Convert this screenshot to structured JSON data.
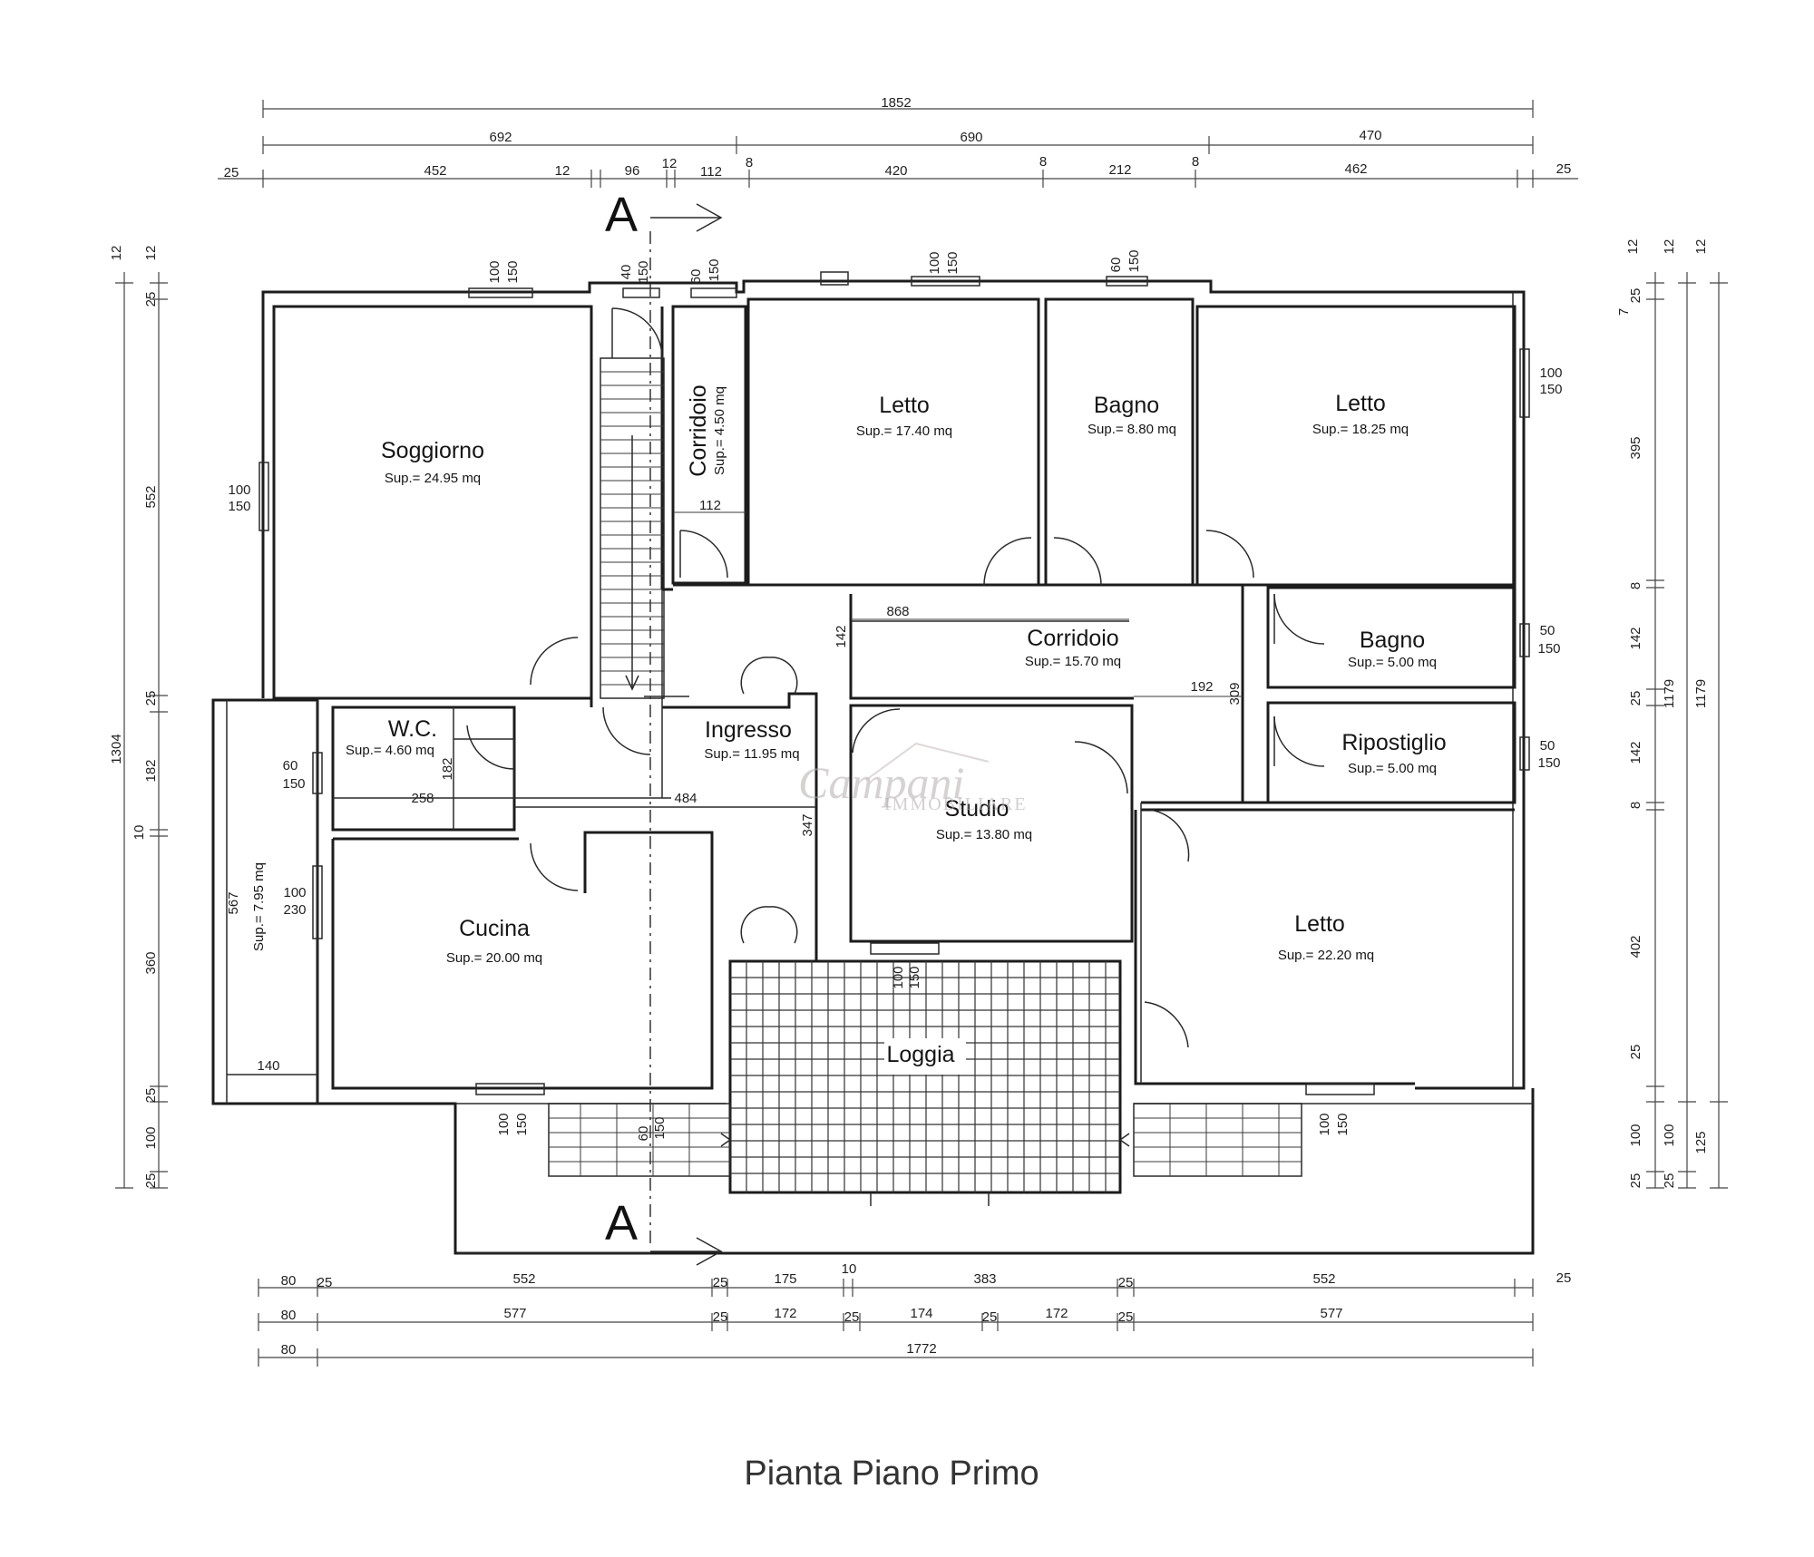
{
  "title": "Pianta Piano Primo",
  "section_marker": "A",
  "watermark": {
    "brand": "Campani",
    "sub": "IMMOBILIARE"
  },
  "rooms": {
    "soggiorno": {
      "name": "Soggiorno",
      "area": "Sup.= 24.95 mq"
    },
    "corridoio_v": {
      "name": "Corridoio",
      "area": "Sup.= 4.50 mq"
    },
    "letto_1": {
      "name": "Letto",
      "area": "Sup.= 17.40 mq"
    },
    "bagno_1": {
      "name": "Bagno",
      "area": "Sup.= 8.80 mq"
    },
    "letto_2": {
      "name": "Letto",
      "area": "Sup.= 18.25 mq"
    },
    "corridoio_h": {
      "name": "Corridoio",
      "area": "Sup.= 15.70 mq"
    },
    "bagno_2": {
      "name": "Bagno",
      "area": "Sup.= 5.00 mq"
    },
    "ripostiglio": {
      "name": "Ripostiglio",
      "area": "Sup.= 5.00 mq"
    },
    "wc": {
      "name": "W.C.",
      "area": "Sup.= 4.60 mq"
    },
    "ingresso": {
      "name": "Ingresso",
      "area": "Sup.= 11.95 mq"
    },
    "studio": {
      "name": "Studio",
      "area": "Sup.= 13.80 mq"
    },
    "cucina": {
      "name": "Cucina",
      "area": "Sup.= 20.00 mq"
    },
    "letto_3": {
      "name": "Letto",
      "area": "Sup.= 22.20 mq"
    },
    "loggia": {
      "name": "Loggia",
      "area": ""
    },
    "balcone": {
      "name": "",
      "area": "Sup.= 7.95 mq"
    }
  },
  "dims_top": {
    "r1": [
      "1852"
    ],
    "r2": [
      "692",
      "690",
      "470"
    ],
    "r3": [
      "25",
      "452",
      "12",
      "96",
      "12",
      "112",
      "8",
      "420",
      "8",
      "212",
      "8",
      "462",
      "25"
    ]
  },
  "dims_bottom": {
    "r1": [
      "80",
      "25",
      "552",
      "25",
      "175",
      "10",
      "383",
      "25",
      "552",
      "25"
    ],
    "r2": [
      "80",
      "577",
      "25",
      "172",
      "25",
      "174",
      "25",
      "172",
      "25",
      "577"
    ],
    "r3": [
      "80",
      "1772"
    ]
  },
  "dims_left": {
    "outer": [
      "12",
      "1304"
    ],
    "inner": [
      "12",
      "25",
      "552",
      "25",
      "182",
      "10",
      "360",
      "25",
      "100",
      "25"
    ]
  },
  "dims_right": {
    "inner": [
      "12",
      "7",
      "25",
      "395",
      "8",
      "142",
      "25",
      "142",
      "8",
      "402",
      "25",
      "100",
      "25"
    ],
    "mid": [
      "12",
      "1179",
      "100",
      "25"
    ],
    "outer": [
      "12",
      "1179",
      "125"
    ]
  },
  "windows": {
    "w_sogg_top": [
      "100",
      "150"
    ],
    "w_stair_top": [
      "40",
      "150"
    ],
    "w_corr_top": [
      "60",
      "150"
    ],
    "w_letto1_top": [
      "100",
      "150"
    ],
    "w_bagno1_top": [
      "60",
      "150"
    ],
    "w_letto2_side": [
      "100",
      "150"
    ],
    "w_sogg_side": [
      "100",
      "150"
    ],
    "w_wc_side": [
      "60",
      "150"
    ],
    "w_cucina_side": [
      "100",
      "230"
    ],
    "w_bagno2_side": [
      "50",
      "150"
    ],
    "w_rip_side": [
      "50",
      "150"
    ],
    "w_studio_bottom": [
      "100",
      "150"
    ],
    "w_cucina_bottom": [
      "100",
      "150"
    ],
    "w_stair_bottom": [
      "60",
      "150"
    ],
    "w_letto3_bottom": [
      "100",
      "150"
    ]
  },
  "internal_dims": {
    "corr_112": "112",
    "corr_868": "868",
    "corr_142": "142",
    "corr_192": "192",
    "corr_309": "309",
    "wc_182": "182",
    "wc_258": "258",
    "ing_484": "484",
    "ing_347": "347",
    "balc_567": "567",
    "balc_140": "140"
  }
}
